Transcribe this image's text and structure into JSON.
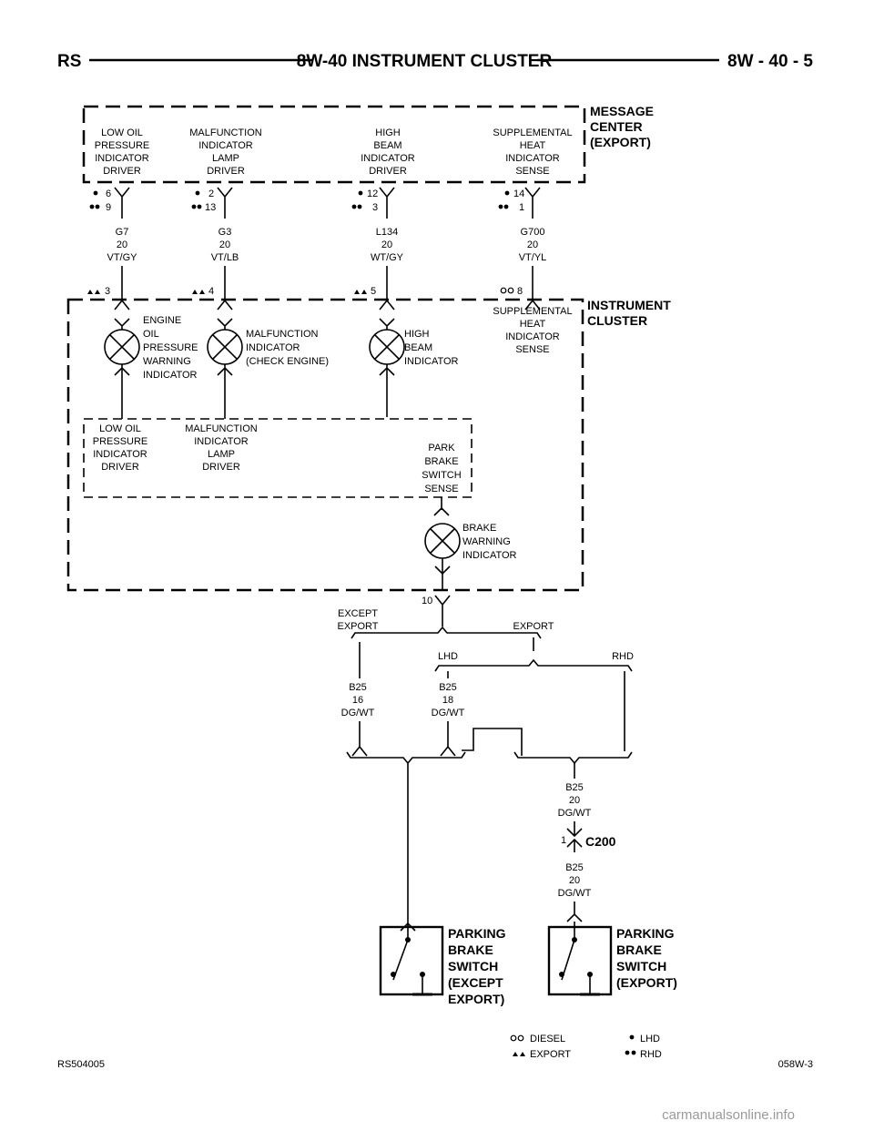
{
  "header": {
    "left": "RS",
    "title": "8W-40 INSTRUMENT CLUSTER",
    "page": "8W - 40 - 5"
  },
  "modules": {
    "message_center": [
      "MESSAGE",
      "CENTER",
      "(EXPORT)"
    ],
    "instrument_cluster": [
      "INSTRUMENT",
      "CLUSTER"
    ]
  },
  "message_center_terminals": {
    "t1": {
      "label": [
        "LOW OIL",
        "PRESSURE",
        "INDICATOR",
        "DRIVER"
      ],
      "pin_a": "6",
      "pin_b": "9"
    },
    "t2": {
      "label": [
        "MALFUNCTION",
        "INDICATOR",
        "LAMP",
        "DRIVER"
      ],
      "pin_a": "2",
      "pin_b": "13"
    },
    "t3": {
      "label": [
        "HIGH",
        "BEAM",
        "INDICATOR",
        "DRIVER"
      ],
      "pin_a": "12",
      "pin_b": "3"
    },
    "t4": {
      "label": [
        "SUPPLEMENTAL",
        "HEAT",
        "INDICATOR",
        "SENSE"
      ],
      "pin_a": "14",
      "pin_b": "1"
    }
  },
  "wires": {
    "w1": [
      "G7",
      "20",
      "VT/GY"
    ],
    "w2": [
      "G3",
      "20",
      "VT/LB"
    ],
    "w3": [
      "L134",
      "20",
      "WT/GY"
    ],
    "w4": [
      "G700",
      "20",
      "VT/YL"
    ],
    "w5": [
      "B25",
      "16",
      "DG/WT"
    ],
    "w6": [
      "B25",
      "18",
      "DG/WT"
    ],
    "w7": [
      "B25",
      "20",
      "DG/WT"
    ],
    "w8": [
      "B25",
      "20",
      "DG/WT"
    ]
  },
  "cluster_pins": {
    "p1": "3",
    "p2": "4",
    "p3": "5",
    "p4": "8",
    "p10": "10"
  },
  "cluster_labels": {
    "supp_heat": [
      "SUPPLEMENTAL",
      "HEAT",
      "INDICATOR",
      "SENSE"
    ],
    "lamp1": [
      "ENGINE",
      "OIL",
      "PRESSURE",
      "WARNING",
      "INDICATOR"
    ],
    "lamp2": [
      "MALFUNCTION",
      "INDICATOR",
      "(CHECK ENGINE)"
    ],
    "lamp3": [
      "HIGH",
      "BEAM",
      "INDICATOR"
    ],
    "inner1": [
      "LOW OIL",
      "PRESSURE",
      "INDICATOR",
      "DRIVER"
    ],
    "inner2": [
      "MALFUNCTION",
      "INDICATOR",
      "LAMP",
      "DRIVER"
    ],
    "park_sense": [
      "PARK",
      "BRAKE",
      "SWITCH",
      "SENSE"
    ],
    "brake_lamp": [
      "BRAKE",
      "WARNING",
      "INDICATOR"
    ]
  },
  "splice_labels": {
    "except_export": [
      "EXCEPT",
      "EXPORT"
    ],
    "export": "EXPORT",
    "lhd": "LHD",
    "rhd": "RHD"
  },
  "connector": {
    "pin": "1",
    "name": "C200"
  },
  "switches": {
    "s1": [
      "PARKING",
      "BRAKE",
      "SWITCH",
      "(EXCEPT",
      "EXPORT)"
    ],
    "s2": [
      "PARKING",
      "BRAKE",
      "SWITCH",
      "(EXPORT)"
    ]
  },
  "legend": {
    "diesel": "DIESEL",
    "export": "EXPORT",
    "lhd": "LHD",
    "rhd": "RHD"
  },
  "footer": {
    "left": "RS504005",
    "right": "058W-3"
  },
  "watermark": "carmanualsonline.info"
}
